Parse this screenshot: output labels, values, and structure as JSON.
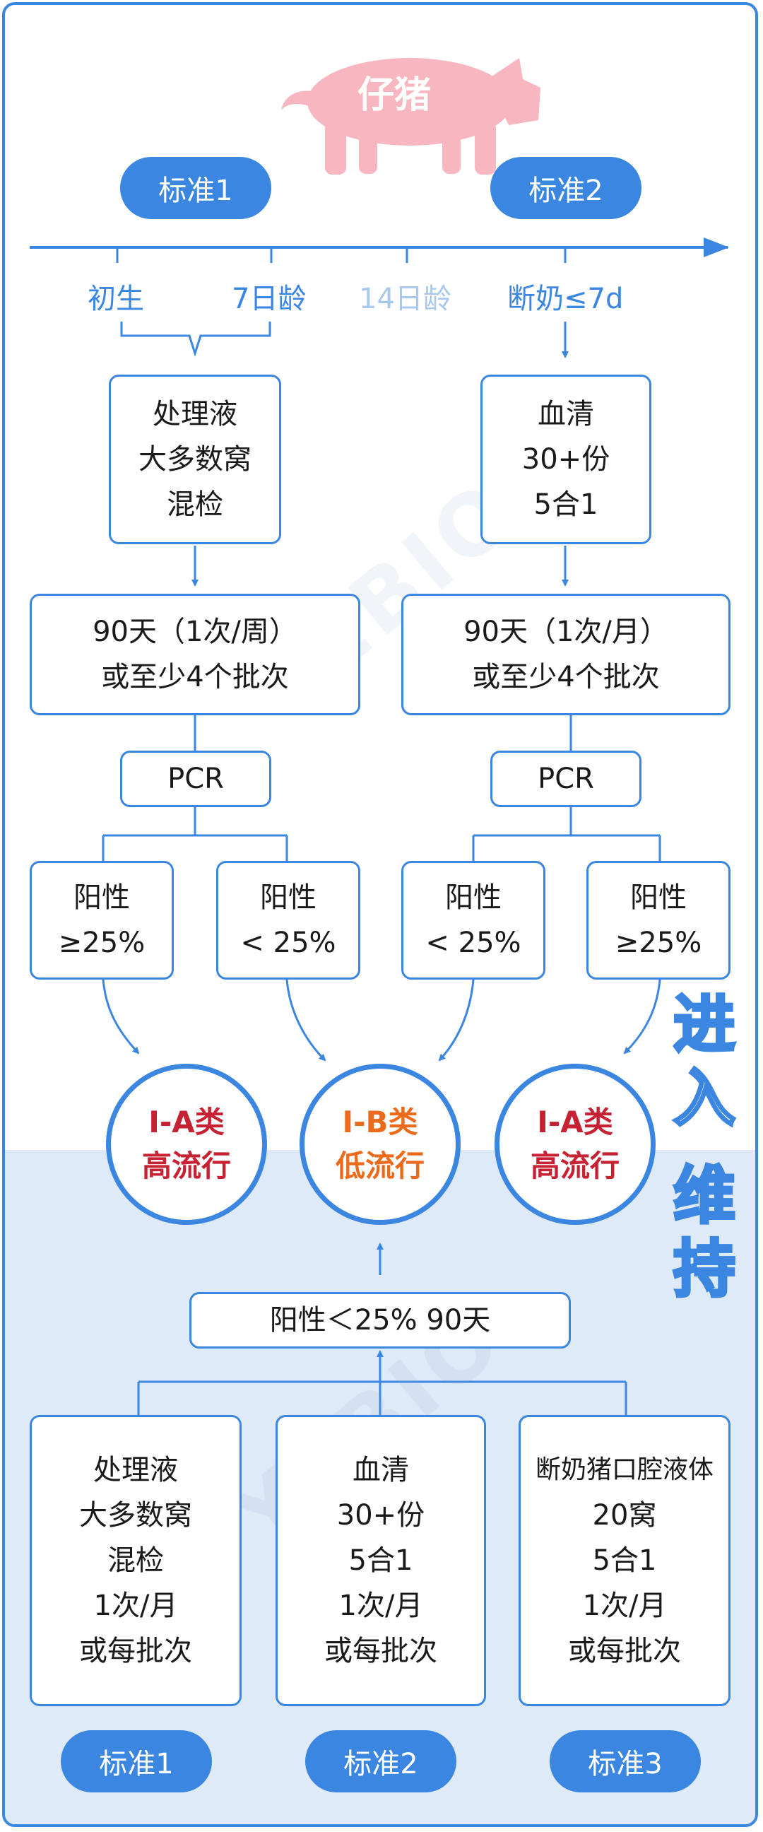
{
  "title": "仔猪",
  "watermark": "YEBIO",
  "side_labels": {
    "enter": [
      "进",
      "入"
    ],
    "maintain": [
      "维",
      "持"
    ]
  },
  "timeline": {
    "standard_left": "标准1",
    "standard_right": "标准2",
    "ticks": [
      {
        "label": "初生",
        "faded": false
      },
      {
        "label": "7日龄",
        "faded": false
      },
      {
        "label": "14日龄",
        "faded": true
      },
      {
        "label": "断奶≤7d",
        "faded": false
      }
    ]
  },
  "entry": {
    "left": {
      "sample": [
        "处理液",
        "大多数窝",
        "混检"
      ],
      "frequency": [
        "90天（1次/周）",
        "或至少4个批次"
      ],
      "test": "PCR",
      "results": [
        [
          "阳性",
          "≥25%"
        ],
        [
          "阳性",
          "< 25%"
        ]
      ]
    },
    "right": {
      "sample": [
        "血清",
        "30+份",
        "5合1"
      ],
      "frequency": [
        "90天（1次/月）",
        "或至少4个批次"
      ],
      "test": "PCR",
      "results": [
        [
          "阳性",
          "< 25%"
        ],
        [
          "阳性",
          "≥25%"
        ]
      ]
    }
  },
  "categories": [
    {
      "line1": "I-A类",
      "line2": "高流行",
      "level": "high"
    },
    {
      "line1": "I-B类",
      "line2": "低流行",
      "level": "low"
    },
    {
      "line1": "I-A类",
      "line2": "高流行",
      "level": "high"
    }
  ],
  "maintain": {
    "criterion": "阳性＜25%  90天",
    "options": [
      {
        "lines": [
          "处理液",
          "大多数窝",
          "混检",
          "1次/月",
          "或每批次"
        ],
        "standard": "标准1"
      },
      {
        "lines": [
          "血清",
          "30+份",
          "5合1",
          "1次/月",
          "或每批次"
        ],
        "standard": "标准2"
      },
      {
        "lines": [
          "断奶猪口腔液体",
          "20窝",
          "5合1",
          "1次/月",
          "或每批次"
        ],
        "standard": "标准3"
      }
    ]
  },
  "colors": {
    "primary": "#3a86e0",
    "high": "#c72233",
    "low": "#ec6a1c",
    "pig": "#f7b6c0",
    "lower_bg": "#dfeaf9"
  }
}
